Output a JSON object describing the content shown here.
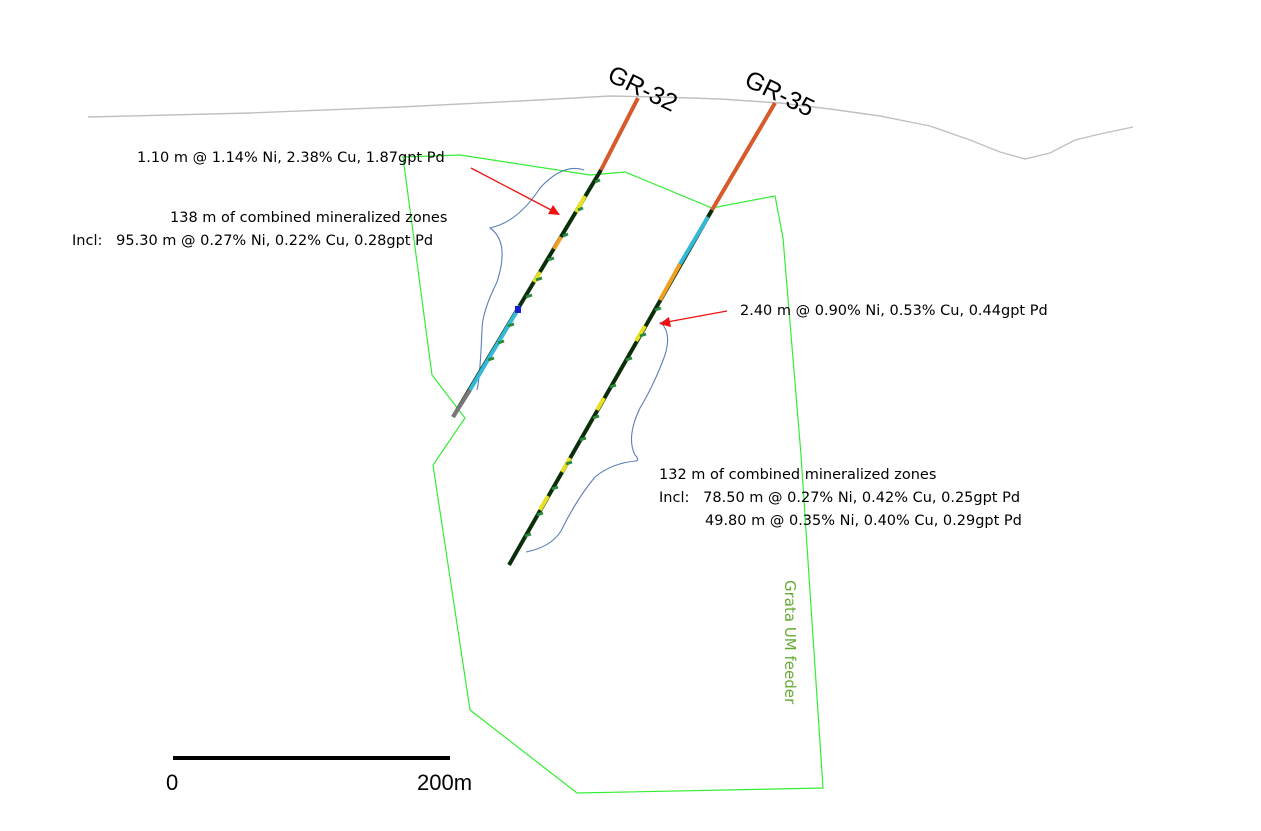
{
  "colors": {
    "topography": "#c0c0c0",
    "feeder_outline": "#33ee33",
    "feeder_label": "#66aa33",
    "brace": "#5a7fb5",
    "arrow": "#ee1111",
    "core_dark": "#0a2e0a",
    "core_oxidized": "#d65a2a",
    "core_cyan": "#34b8d8"
  },
  "holes": [
    {
      "name": "GR-32"
    },
    {
      "name": "GR-35"
    }
  ],
  "annotations": {
    "gr32_top": {
      "text": "1.10 m @ 1.14% Ni, 2.38% Cu, 1.87gpt Pd"
    },
    "gr32_zone": {
      "title": "138 m of combined mineralized zones",
      "incl": "Incl:   95.30 m @ 0.27% Ni, 0.22% Cu, 0.28gpt Pd"
    },
    "gr35_top": {
      "text": "2.40 m @ 0.90% Ni, 0.53% Cu, 0.44gpt Pd"
    },
    "gr35_zone": {
      "title": "132 m of combined mineralized zones",
      "incl_1": "Incl:   78.50 m @ 0.27% Ni, 0.42% Cu, 0.25gpt Pd",
      "incl_2": "49.80 m @ 0.35% Ni, 0.40% Cu, 0.29gpt Pd"
    }
  },
  "feeder_label": "Grata UM feeder",
  "scale_bar": {
    "start_label": "0",
    "end_label": "200m"
  }
}
